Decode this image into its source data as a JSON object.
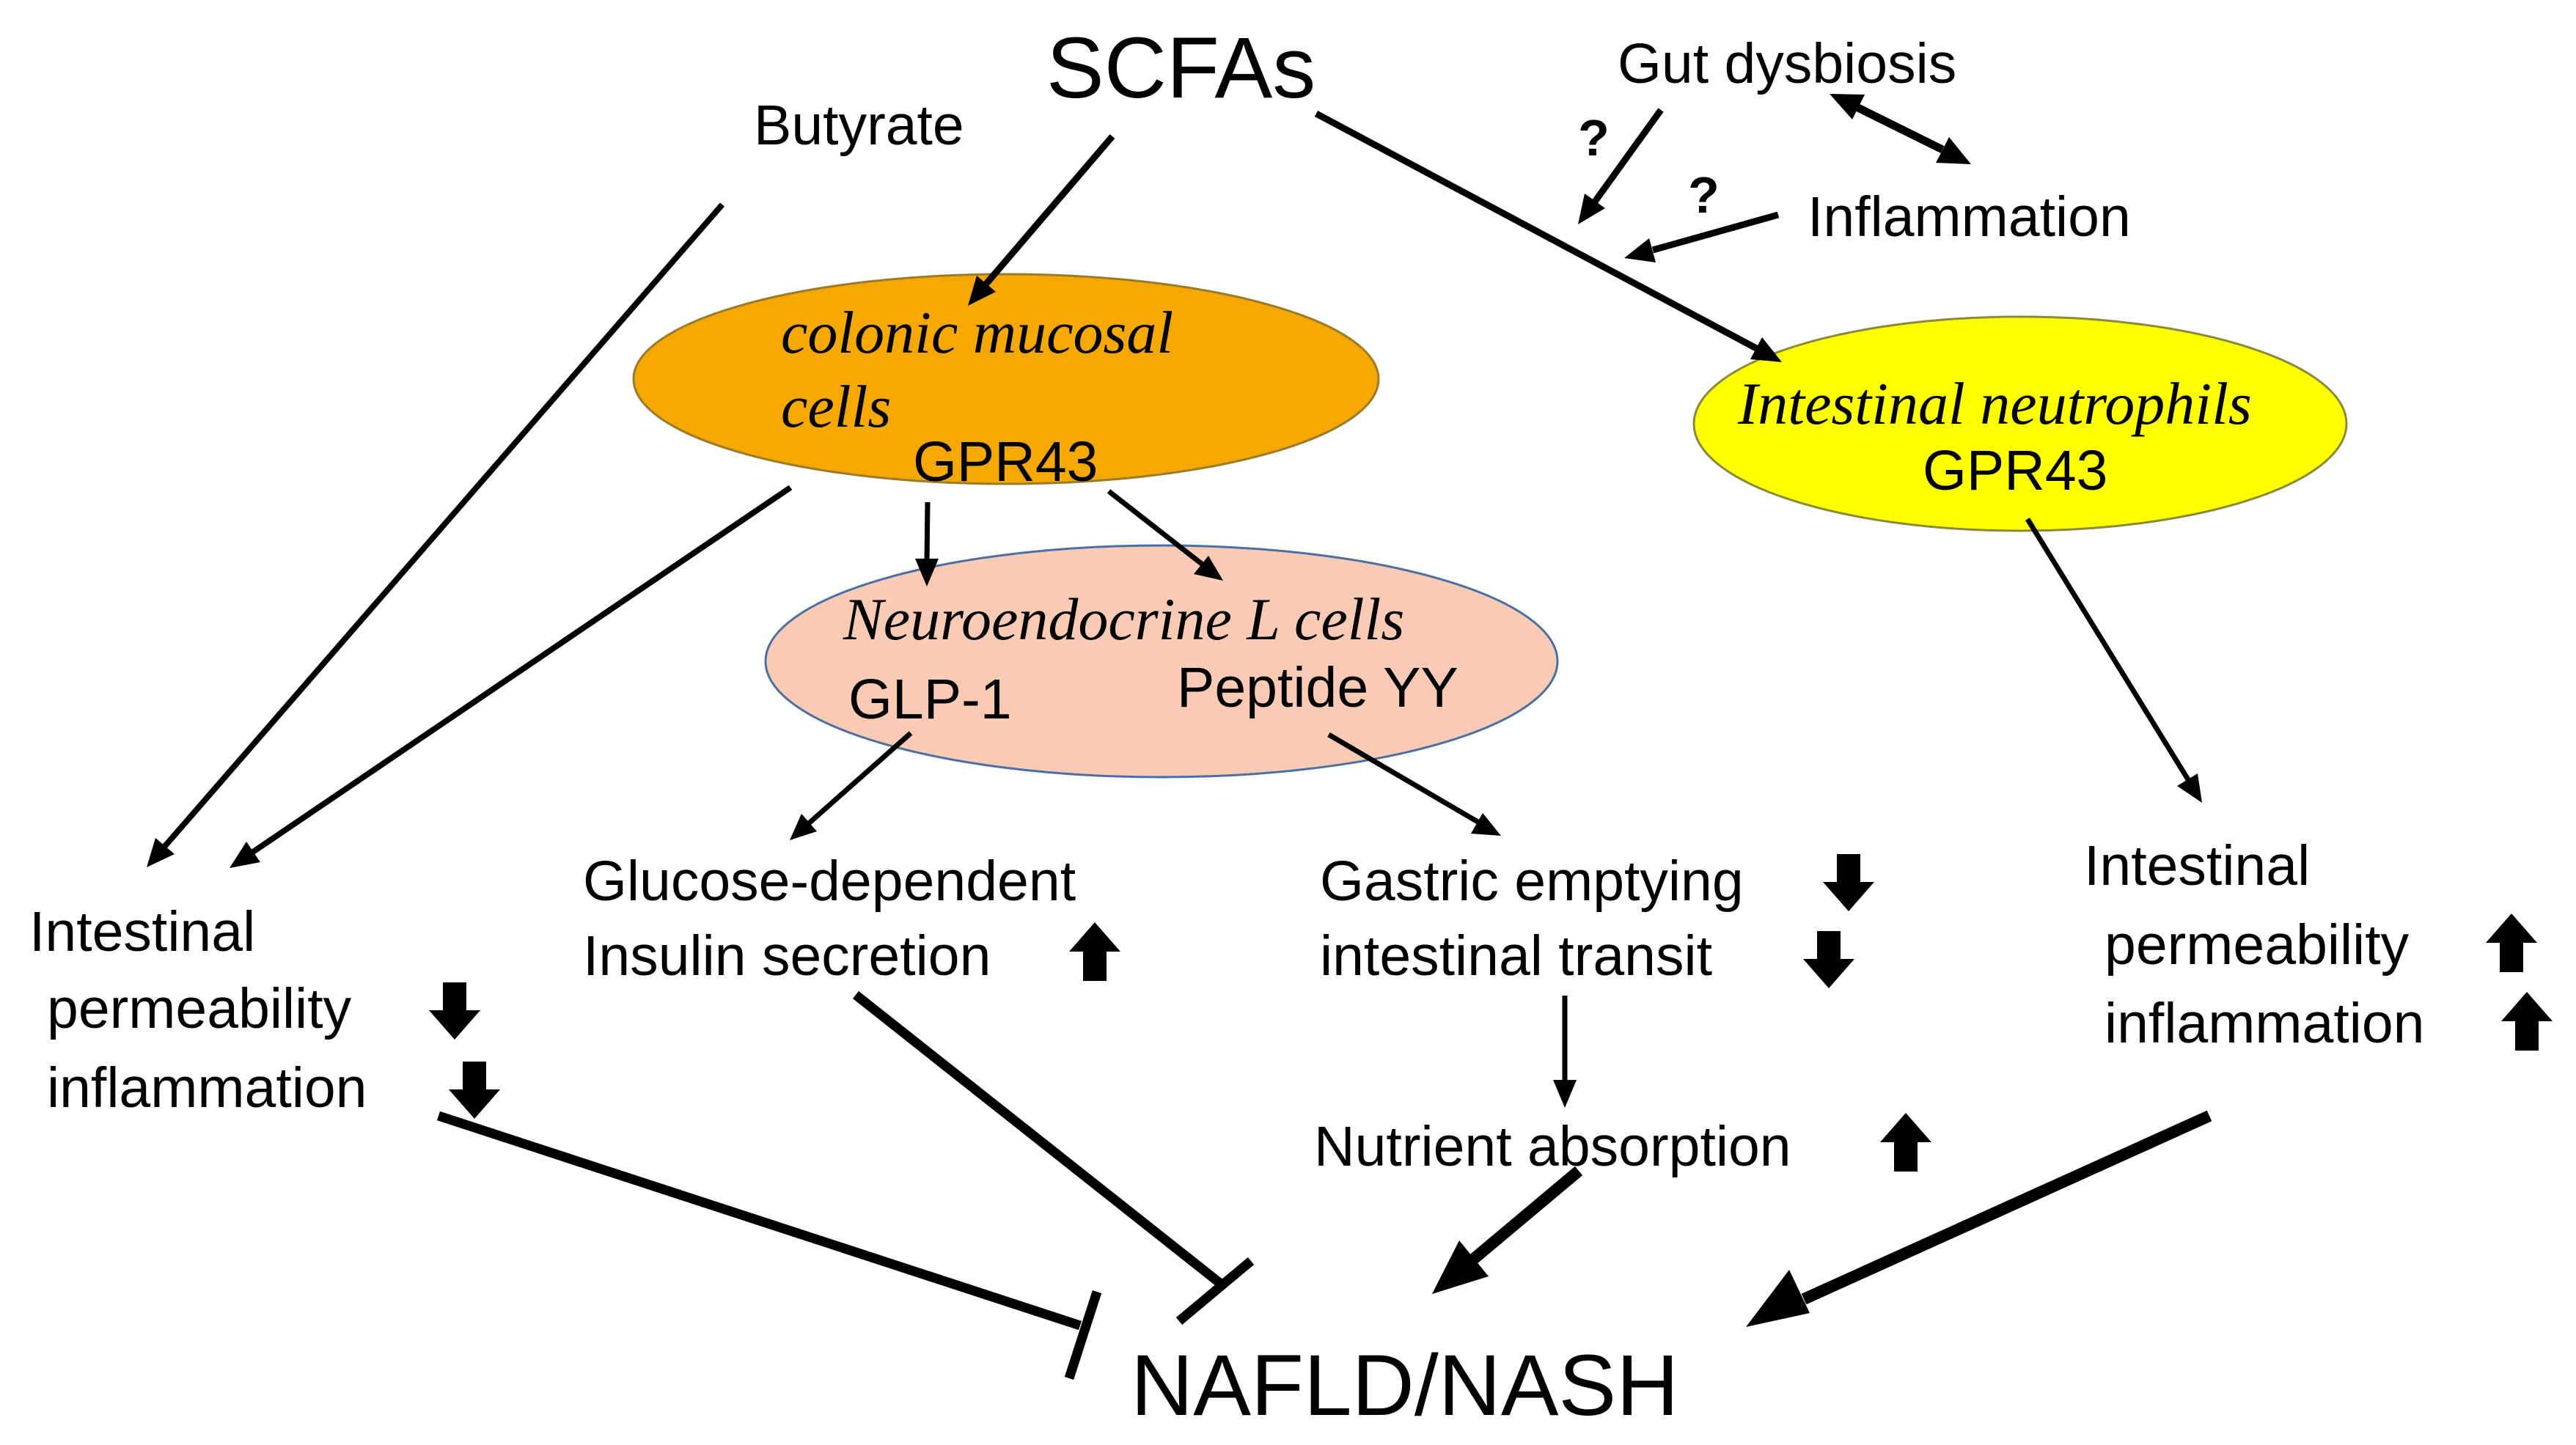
{
  "top": {
    "scfas": "SCFAs",
    "butyrate": "Butyrate",
    "gut_dysbiosis": "Gut dysbiosis",
    "inflammation": "Inflammation",
    "question_mark": "?"
  },
  "nodes": {
    "colonic": {
      "line1": "colonic mucosal",
      "line2": "cells",
      "receptor": "GPR43",
      "fill": "#f5a800"
    },
    "neutrophils": {
      "title": "Intestinal neutrophils",
      "receptor": "GPR43",
      "fill": "#ffff00"
    },
    "l_cells": {
      "title": "Neuroendocrine L cells",
      "glp1": "GLP-1",
      "pyy": "Peptide YY",
      "fill": "#f9cbb4"
    }
  },
  "effects": {
    "left": {
      "line1": "Intestinal",
      "line2": "permeability",
      "line3": "inflammation"
    },
    "glucose": {
      "line1": "Glucose-dependent",
      "line2": "Insulin secretion"
    },
    "gastric": {
      "line1": "Gastric emptying",
      "line2": "intestinal transit"
    },
    "nutrient": "Nutrient absorption",
    "right": {
      "line1": "Intestinal",
      "line2": "permeability",
      "line3": "inflammation"
    }
  },
  "outcome": "NAFLD/NASH"
}
